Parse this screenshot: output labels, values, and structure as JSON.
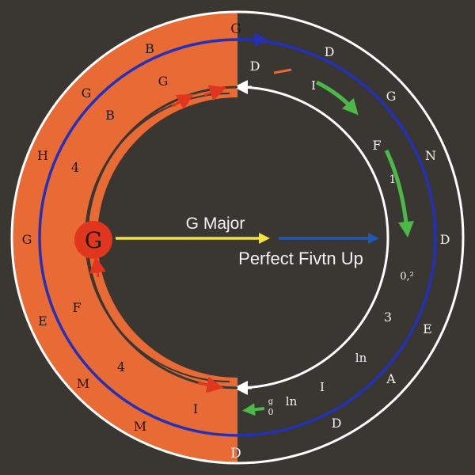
{
  "colors": {
    "background": "#3a3632",
    "left_half_fill": "#e86a35",
    "outer_ring": "#ffffff",
    "blue_ring": "#2231b8",
    "inner_ring_white": "#ffffff",
    "inner_ring_orange": "#e86a35",
    "arrow_red": "#e0361e",
    "arrow_green": "#4cb847",
    "arrow_yellow": "#f2e23a",
    "arrow_blue": "#1f58b3",
    "label_dark": "#1a1a1a",
    "label_light": "#f2f2f2",
    "center_node_fill": "#e0361e"
  },
  "center_node": {
    "label": "G"
  },
  "arrows": {
    "yellow_label": "G Major",
    "blue_label": "Perfect Fivtn Up"
  },
  "ring_labels": {
    "top": "G",
    "bottom": "D",
    "left_outer": [
      "B",
      "G",
      "H",
      "G",
      "E",
      "M",
      "M"
    ],
    "left_inner": [
      "G",
      "B",
      "4",
      "F",
      "4",
      "I"
    ],
    "right_outer": [
      "D",
      "G",
      "N",
      "D",
      "E",
      "A",
      "D"
    ],
    "right_inner": [
      "D",
      "I",
      "F",
      "1",
      "0,²",
      "3",
      "ln",
      "I",
      "ln",
      "g",
      "0"
    ]
  }
}
